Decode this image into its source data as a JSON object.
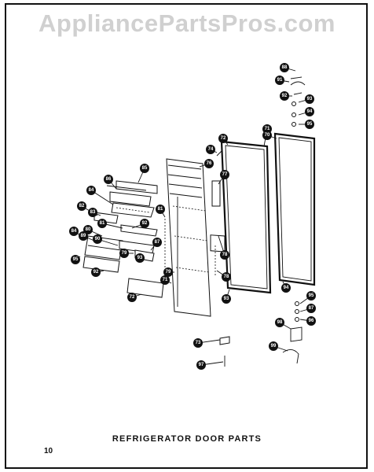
{
  "watermark": "AppliancePartsPros.com",
  "caption": "REFRIGERATOR DOOR PARTS",
  "page_number": "10",
  "callouts": [
    {
      "id": "c88",
      "label": "88"
    },
    {
      "id": "c91",
      "label": "91"
    },
    {
      "id": "c92a",
      "label": "92"
    },
    {
      "id": "c93a",
      "label": "93"
    },
    {
      "id": "c94a",
      "label": "94"
    },
    {
      "id": "c95a",
      "label": "95"
    },
    {
      "id": "c71a",
      "label": "71"
    },
    {
      "id": "c70",
      "label": "70"
    },
    {
      "id": "c72a",
      "label": "72"
    },
    {
      "id": "c74",
      "label": "74"
    },
    {
      "id": "c76",
      "label": "76"
    },
    {
      "id": "c77",
      "label": "77"
    },
    {
      "id": "c85",
      "label": "85"
    },
    {
      "id": "c86",
      "label": "86"
    },
    {
      "id": "c84a",
      "label": "84"
    },
    {
      "id": "c82",
      "label": "82"
    },
    {
      "id": "c83",
      "label": "83"
    },
    {
      "id": "c81a",
      "label": "81"
    },
    {
      "id": "c81b",
      "label": "81"
    },
    {
      "id": "c80",
      "label": "80"
    },
    {
      "id": "c92b",
      "label": "92"
    },
    {
      "id": "c84b",
      "label": "84"
    },
    {
      "id": "c89",
      "label": "89"
    },
    {
      "id": "c90",
      "label": "90"
    },
    {
      "id": "c87a",
      "label": "87"
    },
    {
      "id": "c78a",
      "label": "78"
    },
    {
      "id": "c79a",
      "label": "79"
    },
    {
      "id": "c95b",
      "label": "95"
    },
    {
      "id": "c93b",
      "label": "93"
    },
    {
      "id": "c79b",
      "label": "79"
    },
    {
      "id": "c78b",
      "label": "78"
    },
    {
      "id": "c92c",
      "label": "92"
    },
    {
      "id": "c71b",
      "label": "71"
    },
    {
      "id": "c72b",
      "label": "72"
    },
    {
      "id": "c93c",
      "label": "93"
    },
    {
      "id": "c94b",
      "label": "94"
    },
    {
      "id": "c95c",
      "label": "95"
    },
    {
      "id": "c87b",
      "label": "87"
    },
    {
      "id": "c96",
      "label": "96"
    },
    {
      "id": "c98",
      "label": "98"
    },
    {
      "id": "c99",
      "label": "99"
    },
    {
      "id": "c73",
      "label": "73"
    },
    {
      "id": "c97",
      "label": "97"
    }
  ]
}
